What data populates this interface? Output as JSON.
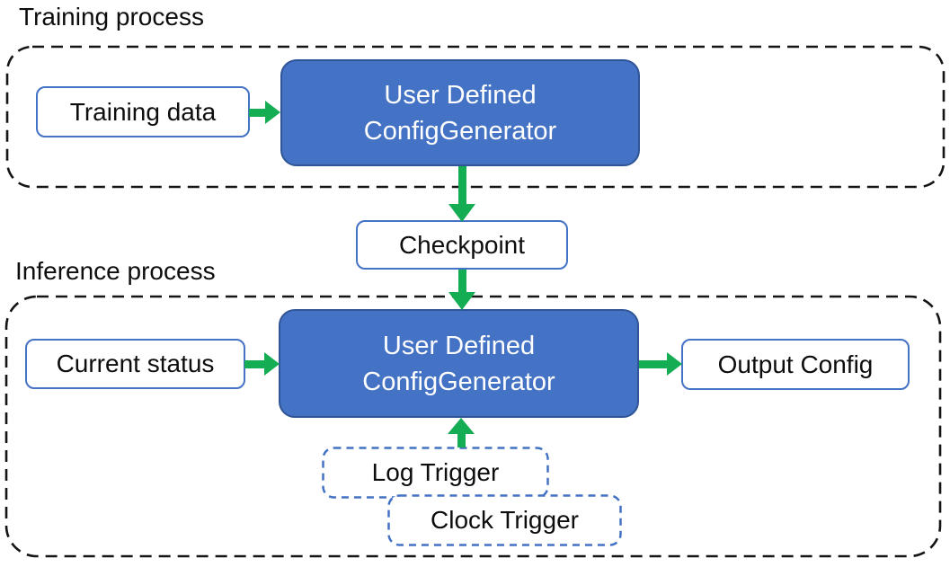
{
  "colors": {
    "accent_blue": "#4472C4",
    "accent_blue_dark": "#2F5597",
    "arrow_green": "#14AD53",
    "frame_black": "#141414",
    "text_black": "#0D0D0D",
    "generator_text_white": "#FFFFFF",
    "background_white": "#FFFFFF"
  },
  "training_section": {
    "label": "Training process",
    "training_data_box": "Training data",
    "generator_box": {
      "line1": "User Defined",
      "line2": "ConfigGenerator"
    }
  },
  "checkpoint_box": "Checkpoint",
  "inference_section": {
    "label": "Inference process",
    "current_status_box": "Current status",
    "generator_box": {
      "line1": "User Defined",
      "line2": "ConfigGenerator"
    },
    "output_config_box": "Output Config",
    "log_trigger_box": "Log Trigger",
    "clock_trigger_box": "Clock Trigger"
  }
}
